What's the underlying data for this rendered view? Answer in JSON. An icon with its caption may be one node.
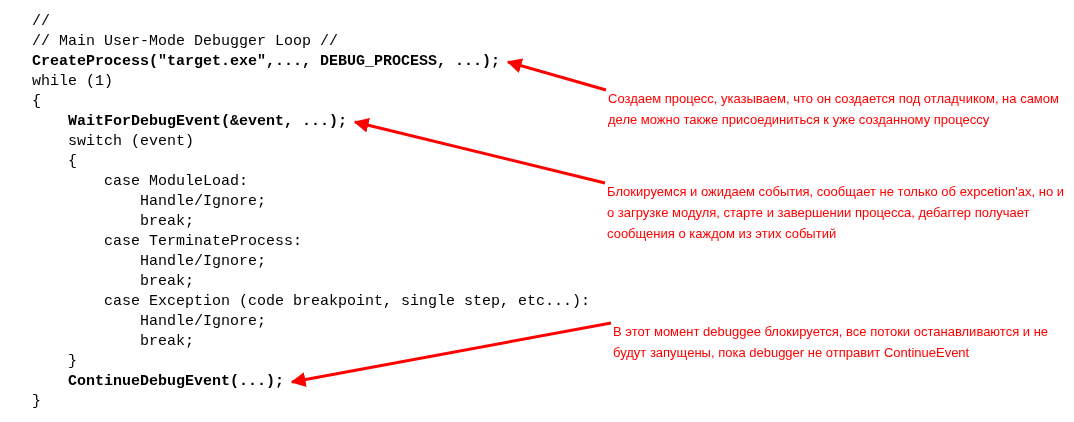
{
  "diagram": {
    "nodes": [
      {
        "text": [
          "CreateProcess(\"target.exe\",..., DEBUG_PROCESS, ...);"
        ]
      },
      {
        "text": [
          "WaitForDebugEvent(&event, ...);"
        ]
      },
      {
        "text": [
          "ContinueDebugEvent(...);"
        ]
      },
      {
        "text": [
          "Создаем процесс, указываем, что он создается под отладчиком, на самом деле можно также присоединиться к уже созданному процессу"
        ]
      },
      {
        "text": [
          "Блокируемся и ожидаем события, сообщает не только об expcetion'ах, но и о загрузке модуля, старте и завершении процесса, дебаггер получает сообщения о каждом из этих событий"
        ]
      },
      {
        "text": [
          "В этот момент debuggee блокируется, все потоки останавливаются и не будут запущены, пока debugger не отправит ContinueEvent"
        ]
      }
    ],
    "edges": [
      {
        "from": 3,
        "to": 0,
        "arrow": "to"
      },
      {
        "from": 4,
        "to": 1,
        "arrow": "to"
      },
      {
        "from": 5,
        "to": 2,
        "arrow": "to"
      }
    ],
    "labels": [
      "//",
      "// Main User-Mode Debugger Loop //",
      "while (1)",
      "{",
      "switch (event)",
      "{",
      "case ModuleLoad:",
      "Handle/Ignore;",
      "break;",
      "case TerminateProcess:",
      "Handle/Ignore;",
      "break;",
      "case Exception (code breakpoint, single step, etc...):",
      "Handle/Ignore;",
      "break;",
      "}",
      "}"
    ]
  }
}
